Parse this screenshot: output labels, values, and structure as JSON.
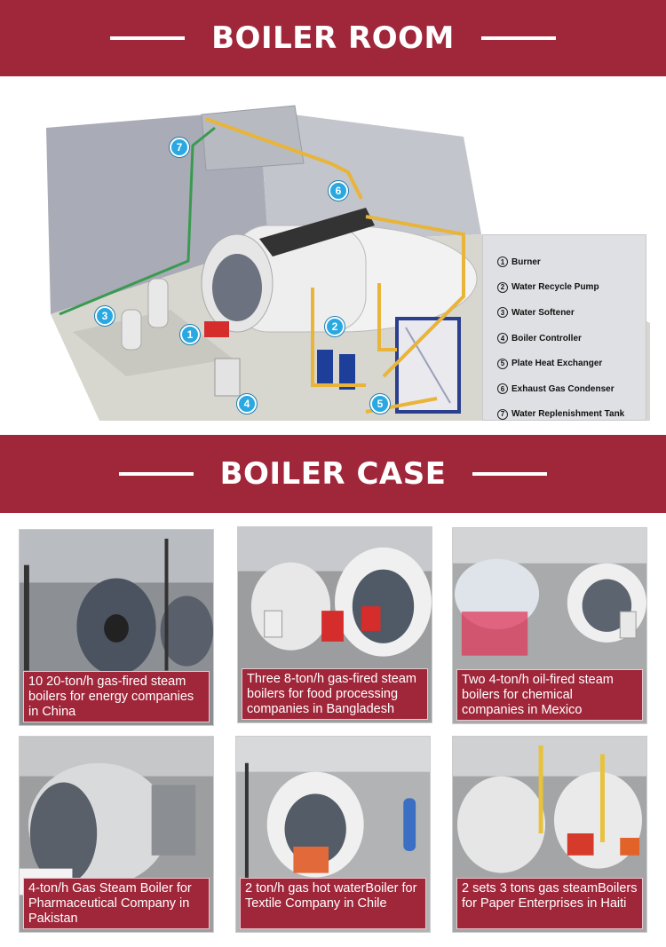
{
  "sections": {
    "boiler_room_title": "BOILER ROOM",
    "boiler_case_title": "BOILER CASE"
  },
  "legend": [
    {
      "num": "1",
      "label": "Burner"
    },
    {
      "num": "2",
      "label": "Water Recycle Pump"
    },
    {
      "num": "3",
      "label": "Water Softener"
    },
    {
      "num": "4",
      "label": "Boiler Controller"
    },
    {
      "num": "5",
      "label": "Plate Heat Exchanger"
    },
    {
      "num": "6",
      "label": "Exhaust Gas Condenser"
    },
    {
      "num": "7",
      "label": "Water Replenishment Tank"
    }
  ],
  "markers": [
    "1",
    "2",
    "3",
    "4",
    "5",
    "6",
    "7"
  ],
  "cases": [
    {
      "caption": "10 20-ton/h gas-fired steam boilers for energy companies in China"
    },
    {
      "caption": "Three 8-ton/h gas-fired steam boilers for food processing companies in Bangladesh"
    },
    {
      "caption": "Two 4-ton/h oil-fired steam boilers for chemical companies in Mexico"
    },
    {
      "caption": "4-ton/h Gas Steam Boiler for Pharmaceutical Company in Pakistan"
    },
    {
      "caption": "2 ton/h gas hot waterBoiler  for Textile Company  in Chile"
    },
    {
      "caption": "2 sets 3 tons gas steamBoilers for Paper Enterprises in Haiti"
    }
  ],
  "colors": {
    "banner": "#a0263a",
    "marker": "#2aa8e2",
    "pipe": "#e8b43a"
  }
}
